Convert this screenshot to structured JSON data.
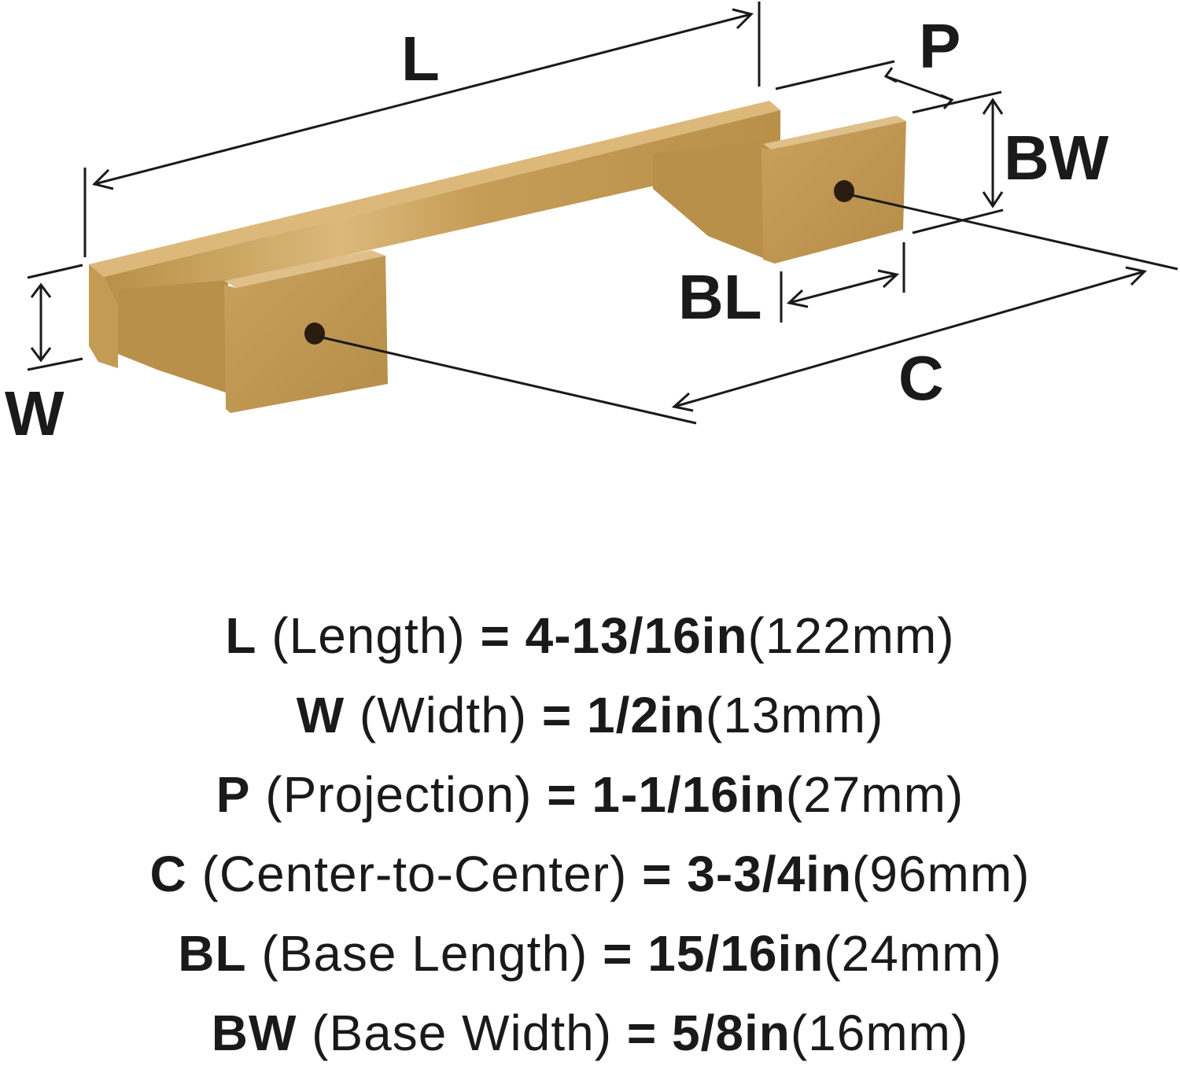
{
  "colors": {
    "finish": "#c9a15c",
    "finish_light": "#dcb97a",
    "finish_dark": "#a8843f",
    "ink": "#1a1a1a"
  },
  "diagram_labels": {
    "L": "L",
    "P": "P",
    "BW": "BW",
    "BL": "BL",
    "W": "W",
    "C": "C"
  },
  "specs": [
    {
      "code": "L",
      "name": "(Length)",
      "eq": "=",
      "imperial": "4-13/16in",
      "metric": "(122mm)"
    },
    {
      "code": "W",
      "name": "(Width)",
      "eq": "=",
      "imperial": "1/2in",
      "metric": "(13mm)"
    },
    {
      "code": "P",
      "name": "(Projection)",
      "eq": "=",
      "imperial": "1-1/16in",
      "metric": "(27mm)"
    },
    {
      "code": "C",
      "name": "(Center-to-Center)",
      "eq": "=",
      "imperial": "3-3/4in",
      "metric": "(96mm)"
    },
    {
      "code": "BL",
      "name": "(Base Length)",
      "eq": "=",
      "imperial": "15/16in",
      "metric": "(24mm)"
    },
    {
      "code": "BW",
      "name": "(Base Width)",
      "eq": "=",
      "imperial": "5/8in",
      "metric": "(16mm)"
    }
  ]
}
